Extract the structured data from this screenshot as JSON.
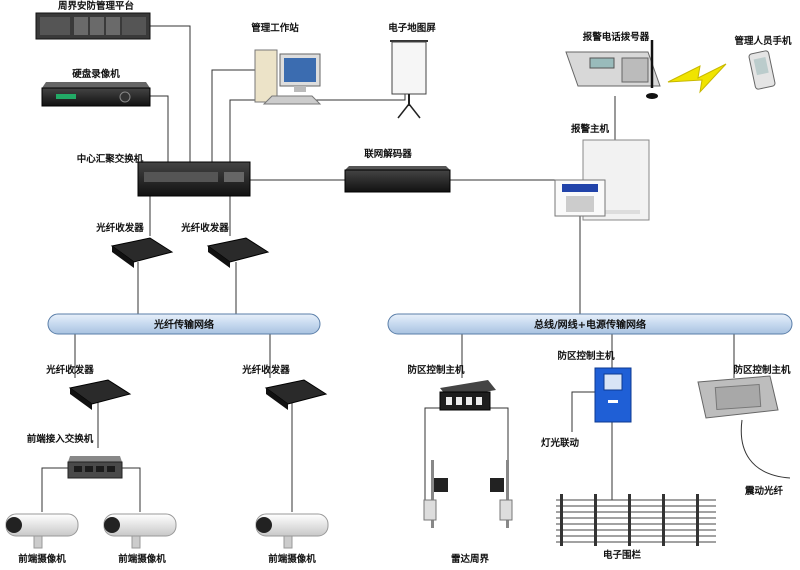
{
  "labels": {
    "platform": "周界安防管理平台",
    "dvr": "硬盘录像机",
    "workstation": "管理工作站",
    "map_screen": "电子地图屏",
    "alarm_dialer": "报警电话拨号器",
    "manager_phone": "管理人员手机",
    "alarm_host": "报警主机",
    "core_switch": "中心汇聚交换机",
    "network_decoder": "联网解码器",
    "fiber_tx_1": "光纤收发器",
    "fiber_tx_2": "光纤收发器",
    "fiber_tx_3": "光纤收发器",
    "fiber_tx_4": "光纤收发器",
    "fiber_bus": "光纤传输网络",
    "mixed_bus": "总线/网线+电源传输网络",
    "edge_switch": "前端接入交换机",
    "camera_1": "前端摄像机",
    "camera_2": "前端摄像机",
    "camera_3": "前端摄像机",
    "zone_ctrl_1": "防区控制主机",
    "zone_ctrl_2": "防区控制主机",
    "zone_ctrl_3": "防区控制主机",
    "light_link": "灯光联动",
    "radar_perimeter": "雷达周界",
    "electronic_fence": "电子围栏",
    "vibration_fiber": "震动光纤"
  },
  "colors": {
    "bus_fill": "#cfe0f2",
    "bus_stroke": "#5a7ea8",
    "device_dark": "#1e1e1e",
    "zone_ctrl_blue": "#1f5fd6",
    "lightning": "#f0e400"
  }
}
